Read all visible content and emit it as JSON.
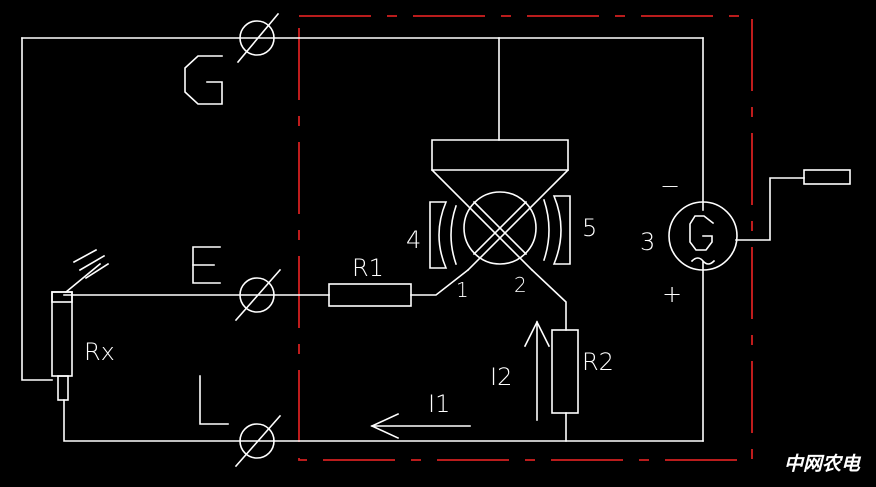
{
  "labels": {
    "terminal_g": "G",
    "terminal_e": "E",
    "terminal_l": "L",
    "r1": "R1",
    "r2": "R2",
    "rx": "Rx",
    "i1": "I1",
    "i2": "I2",
    "node1": "1",
    "node2": "2",
    "coil3": "3",
    "coil4": "4",
    "coil5": "5",
    "gen_letter": "G",
    "minus": "−",
    "plus": "+"
  },
  "watermark": "中网农电",
  "colors": {
    "background": "#000000",
    "wire": "#ffffff",
    "enclosure": "#d42020"
  }
}
